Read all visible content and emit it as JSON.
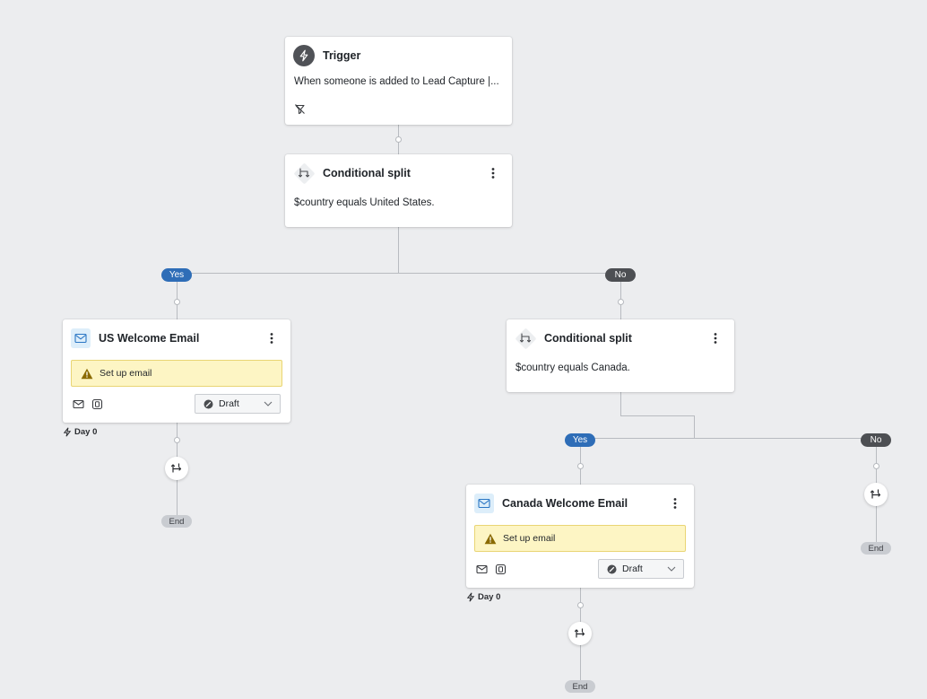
{
  "trigger": {
    "title": "Trigger",
    "description": "When someone is added to Lead Capture |..."
  },
  "split1": {
    "title": "Conditional split",
    "condition": "$country equals United States."
  },
  "split2": {
    "title": "Conditional split",
    "condition": "$country equals Canada."
  },
  "branches": {
    "yes_label": "Yes",
    "no_label": "No"
  },
  "email_us": {
    "title": "US Welcome Email",
    "warning": "Set up email",
    "status": "Draft",
    "delay": "Day 0"
  },
  "email_ca": {
    "title": "Canada Welcome Email",
    "warning": "Set up email",
    "status": "Draft",
    "delay": "Day 0"
  },
  "end_label": "End",
  "colors": {
    "canvas": "#ecedef",
    "yes_pill": "#2e6db7",
    "no_pill": "#4d4f53",
    "warning_bg": "#fdf5c4",
    "warning_icon": "#8a6a00"
  },
  "icons": {
    "trigger": "lightning-icon",
    "split": "split-arrows-icon",
    "email": "mail-icon",
    "warning": "warning-triangle-icon",
    "add": "add-step-icon",
    "menu": "kebab-menu-icon"
  }
}
